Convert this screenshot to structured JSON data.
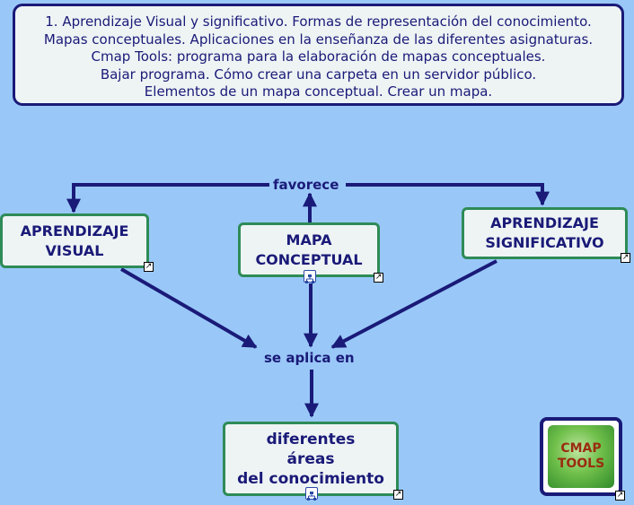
{
  "header": {
    "lines": [
      "1. Aprendizaje Visual y significativo. Formas de representación del conocimiento.",
      "Mapas conceptuales. Aplicaciones en la enseñanza de las diferentes asignaturas.",
      "Cmap Tools: programa para la elaboración de mapas conceptuales.",
      "Bajar programa. Cómo crear una carpeta en un servidor público.",
      "Elementos de un mapa conceptual. Crear un mapa."
    ]
  },
  "concepts": {
    "aprendizaje_visual": [
      "APRENDIZAJE",
      "VISUAL"
    ],
    "mapa_conceptual": [
      "MAPA",
      "CONCEPTUAL"
    ],
    "aprendizaje_significativo": [
      "APRENDIZAJE",
      "SIGNIFICATIVO"
    ],
    "diferentes_areas": [
      "diferentes",
      "áreas",
      "del conocimiento"
    ]
  },
  "linking_phrases": {
    "favorece": "favorece",
    "se_aplica_en": "se aplica en"
  },
  "logo": {
    "line1": "CMAP",
    "line2": "TOOLS"
  },
  "colors": {
    "background": "#99c8f8",
    "node_fill": "#eef4f4",
    "node_border": "#2e8b57",
    "text": "#1a1a78",
    "arrows": "#1a1a78"
  },
  "icons": {
    "external_link": "external-link-icon",
    "submap": "concept-map-icon"
  }
}
